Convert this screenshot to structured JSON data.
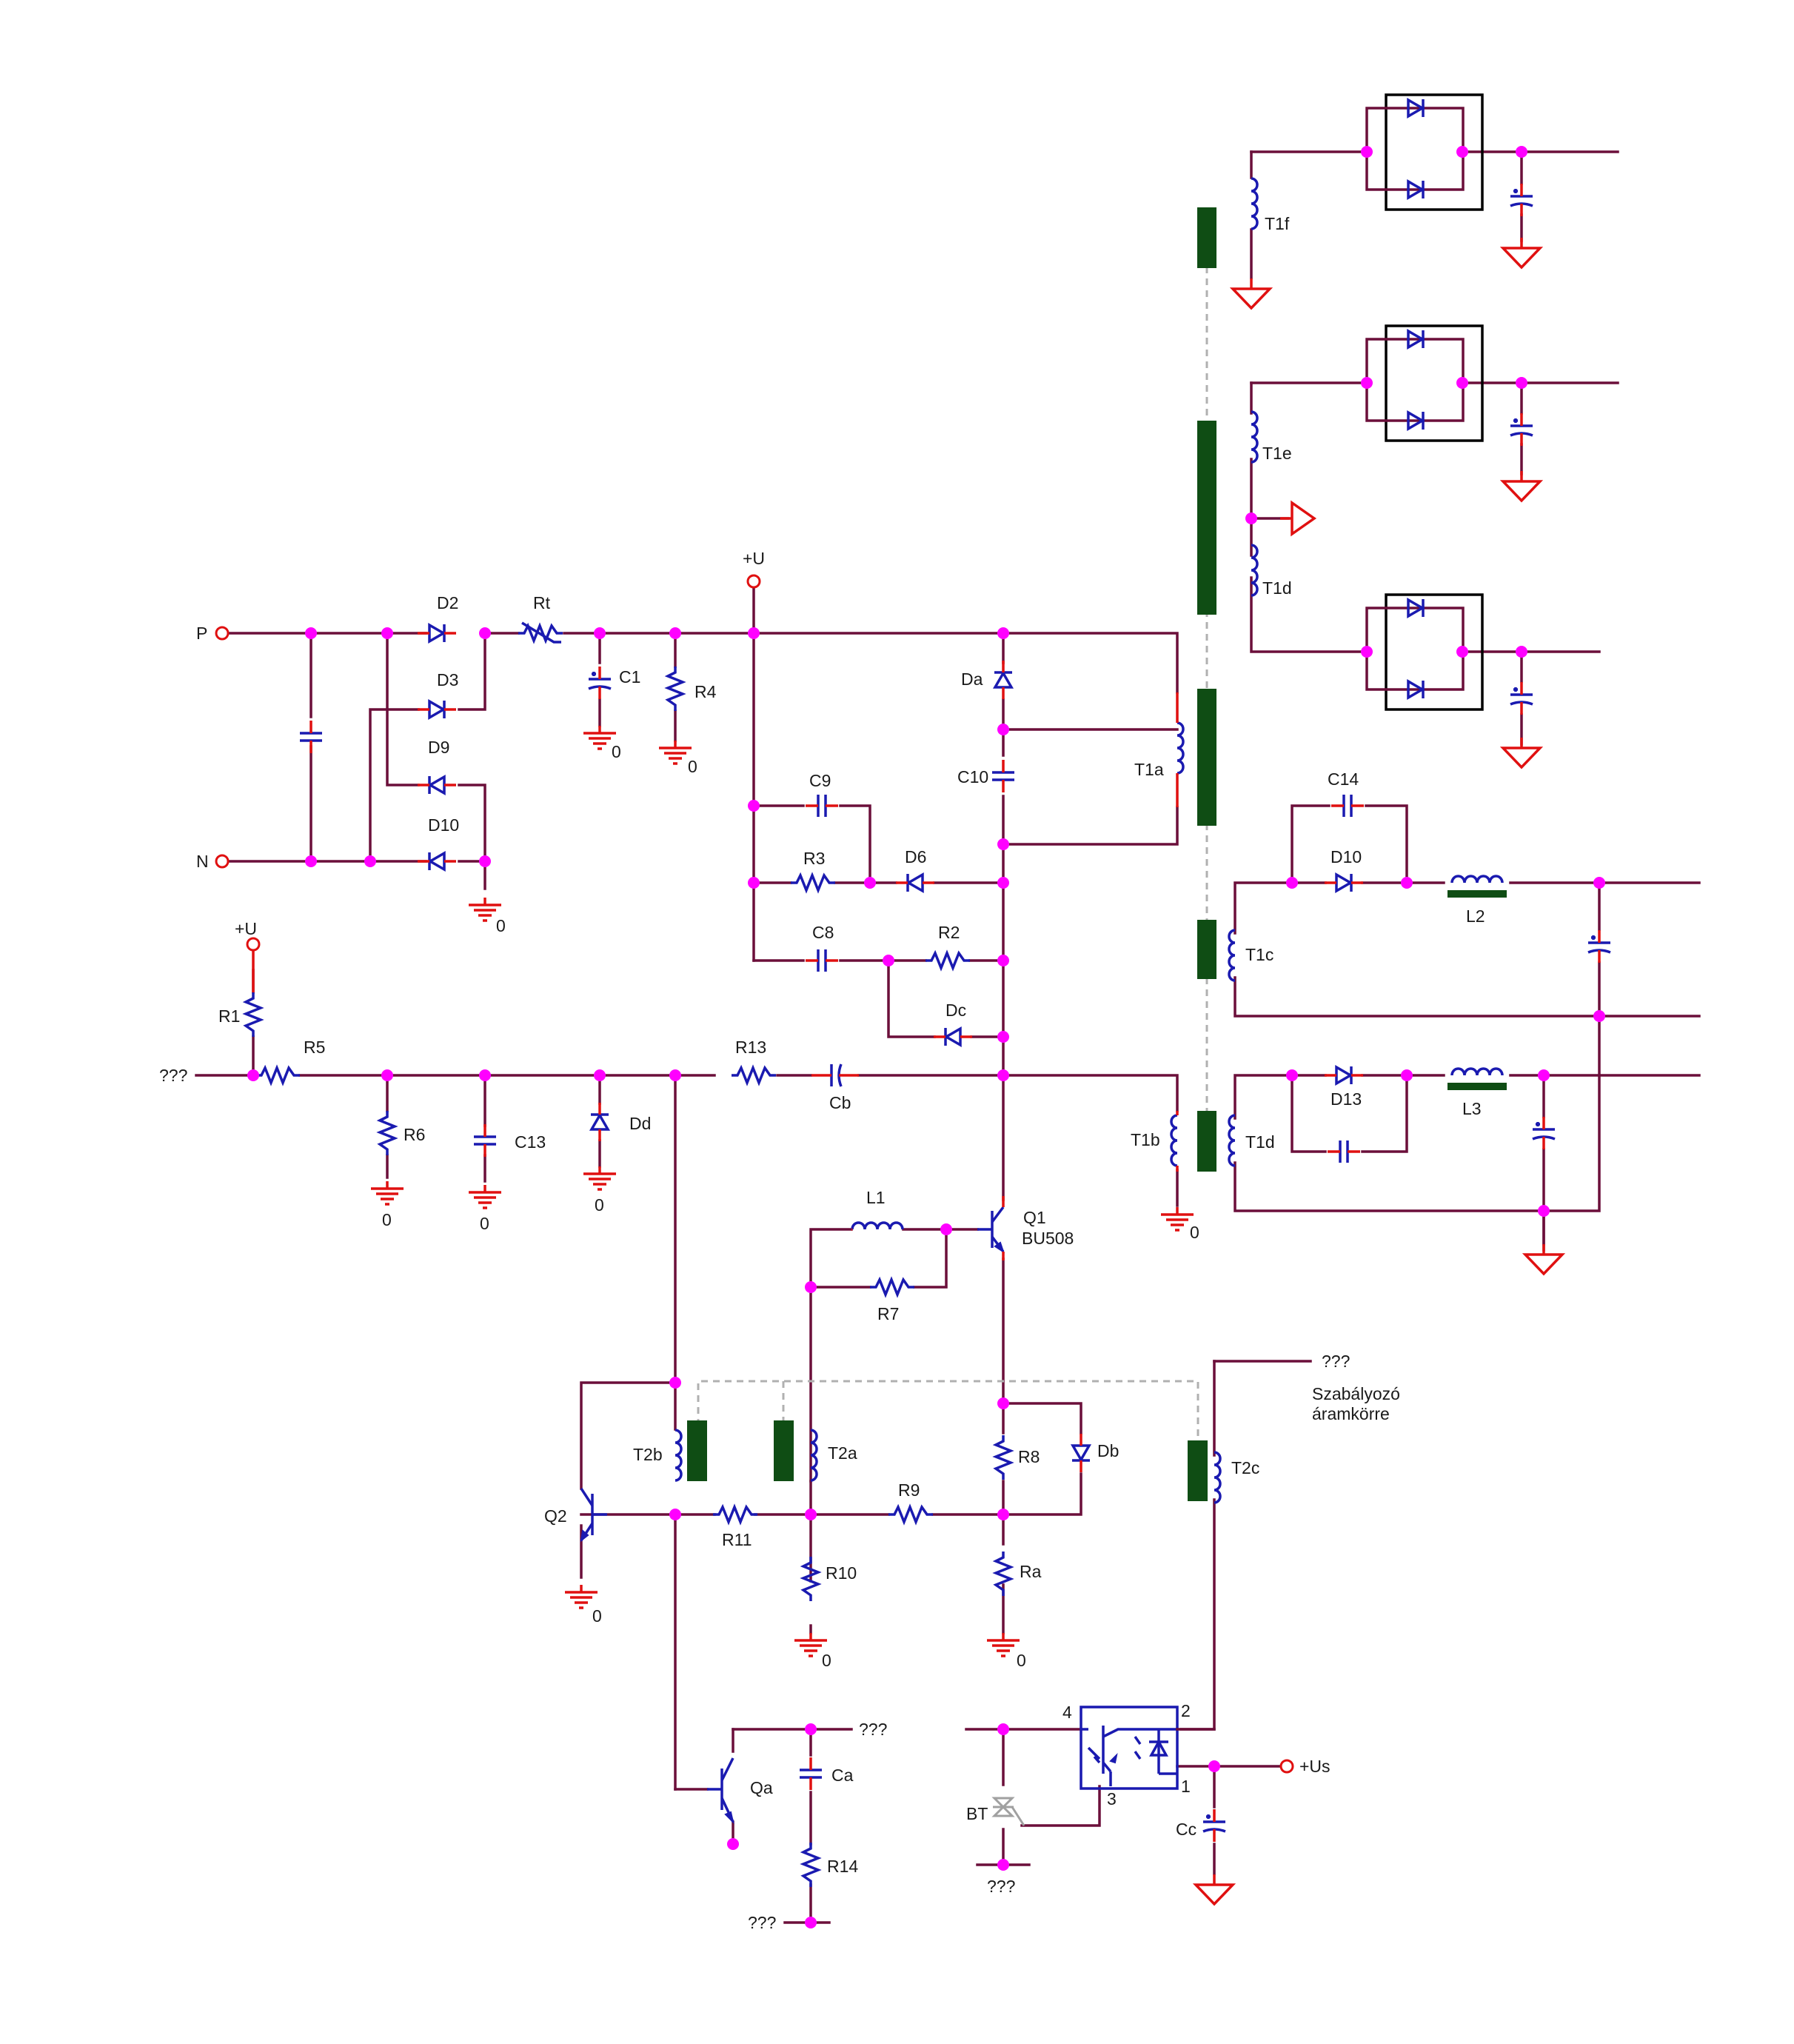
{
  "ports": {
    "p": "P",
    "n": "N",
    "plus_u": "+U",
    "plus_us": "+Us",
    "unknown": "???",
    "zero": "0"
  },
  "annotation": {
    "line1": "Szabályozó",
    "line2": "áramkörre"
  },
  "components": {
    "d2": "D2",
    "d3": "D3",
    "d9": "D9",
    "d10": "D10",
    "rt": "Rt",
    "c1": "C1",
    "r4": "R4",
    "da": "Da",
    "c10": "C10",
    "t1a": "T1a",
    "c9": "C9",
    "r3": "R3",
    "d6": "D6",
    "c8": "C8",
    "r2": "R2",
    "dc": "Dc",
    "r1": "R1",
    "r5": "R5",
    "r6": "R6",
    "c13": "C13",
    "dd": "Dd",
    "r13": "R13",
    "cb": "Cb",
    "t1b": "T1b",
    "l1": "L1",
    "q1": "Q1",
    "q1_type": "BU508",
    "r7": "R7",
    "t2b": "T2b",
    "t2a": "T2a",
    "r8": "R8",
    "db": "Db",
    "t2c": "T2c",
    "q2": "Q2",
    "r11": "R11",
    "r9": "R9",
    "r10": "R10",
    "ra": "Ra",
    "qa": "Qa",
    "ca": "Ca",
    "r14": "R14",
    "bt": "BT",
    "cc": "Cc",
    "t1f": "T1f",
    "t1e": "T1e",
    "t1d": "T1d",
    "c14": "C14",
    "d10b": "D10",
    "l2": "L2",
    "t1c": "T1c",
    "d13": "D13",
    "l3": "L3",
    "t1d2": "T1d",
    "pin1": "1",
    "pin2": "2",
    "pin3": "3",
    "pin4": "4"
  },
  "colors": {
    "wire": "#6b0f3a",
    "component": "#1a1ab0",
    "lead": "#e01010",
    "node": "#ff00ff",
    "core": "#0f4d14"
  }
}
